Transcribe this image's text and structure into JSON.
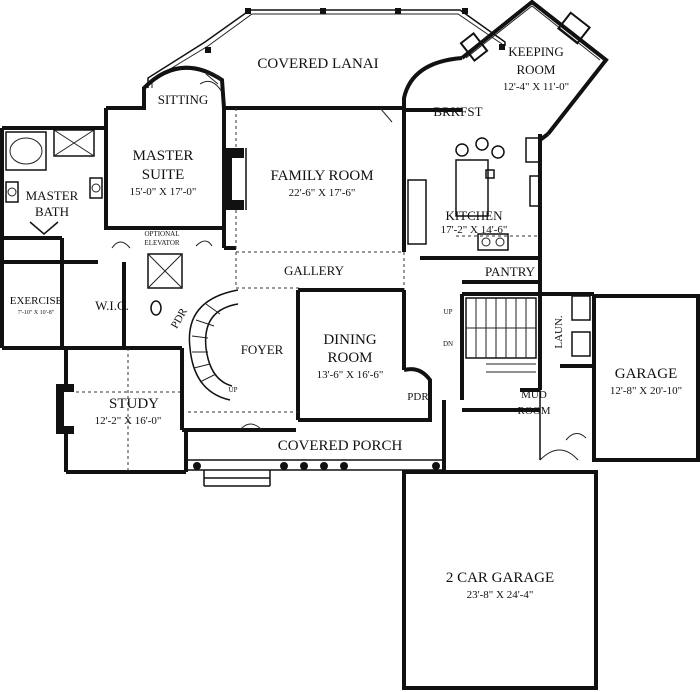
{
  "rooms": {
    "covered_lanai": "COVERED LANAI",
    "keeping_room": {
      "name_line1": "KEEPING",
      "name_line2": "ROOM",
      "dims": "12'-4\" X 11'-0\""
    },
    "sitting": "SITTING",
    "brkfst": "BRKFST",
    "master_suite": {
      "name_line1": "MASTER",
      "name_line2": "SUITE",
      "dims": "15'-0\" X 17'-0\""
    },
    "family_room": {
      "name": "FAMILY ROOM",
      "dims": "22'-6\" X 17'-6\""
    },
    "master_bath": {
      "name_line1": "MASTER",
      "name_line2": "BATH"
    },
    "kitchen": {
      "name": "KITCHEN",
      "dims": "17'-2\" X 14'-6\""
    },
    "optional_elevator": {
      "line1": "OPTIONAL",
      "line2": "ELEVATOR"
    },
    "gallery": "GALLERY",
    "pantry": "PANTRY",
    "exercise": {
      "name": "EXERCISE",
      "dims": "7'-10\" X 10'-8\""
    },
    "wic": "W.I.C.",
    "pdr_left": "PDR",
    "foyer": "FOYER",
    "dining_room": {
      "name_line1": "DINING",
      "name_line2": "ROOM",
      "dims": "13'-6\" X 16'-6\""
    },
    "stair_up": "UP",
    "stair_dn": "DN",
    "foyer_up": "UP",
    "laun": "LAUN.",
    "garage": {
      "name": "GARAGE",
      "dims": "12'-8\" X 20'-10\""
    },
    "pdr_right": "PDR",
    "mud_room": {
      "name_line1": "MUD",
      "name_line2": "ROOM"
    },
    "study": {
      "name": "STUDY",
      "dims": "12'-2\" X 16'-0\""
    },
    "covered_porch": "COVERED PORCH",
    "two_car_garage": {
      "name": "2 CAR GARAGE",
      "dims": "23'-8\" X 24'-4\""
    }
  }
}
